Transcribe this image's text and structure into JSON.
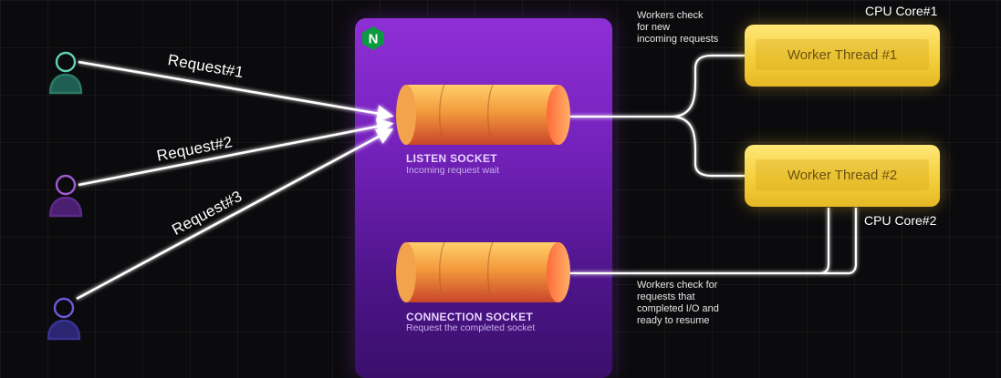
{
  "requests": [
    {
      "label": "Request#1",
      "color": "#5fd3b5"
    },
    {
      "label": "Request#2",
      "color": "#a35ad6"
    },
    {
      "label": "Request#3",
      "color": "#6a5be0"
    }
  ],
  "listen_socket": {
    "title": "LISTEN SOCKET",
    "subtitle": "Incoming request wait"
  },
  "connection_socket": {
    "title": "CONNECTION SOCKET",
    "subtitle": "Request the completed socket"
  },
  "notes": {
    "top": "Workers check\nfor new\nincoming requests",
    "bottom": "Workers check for\nrequests that\ncompleted I/O and\nready to resume"
  },
  "workers": [
    {
      "label": "Worker Thread #1",
      "core": "CPU Core#1"
    },
    {
      "label": "Worker Thread #2",
      "core": "CPU Core#2"
    }
  ],
  "logo_letter": "N",
  "colors": {
    "panel": "#7a24c2",
    "worker": "#f4cf3c",
    "socket": "#e8752f",
    "logo": "#0a9a3f"
  }
}
